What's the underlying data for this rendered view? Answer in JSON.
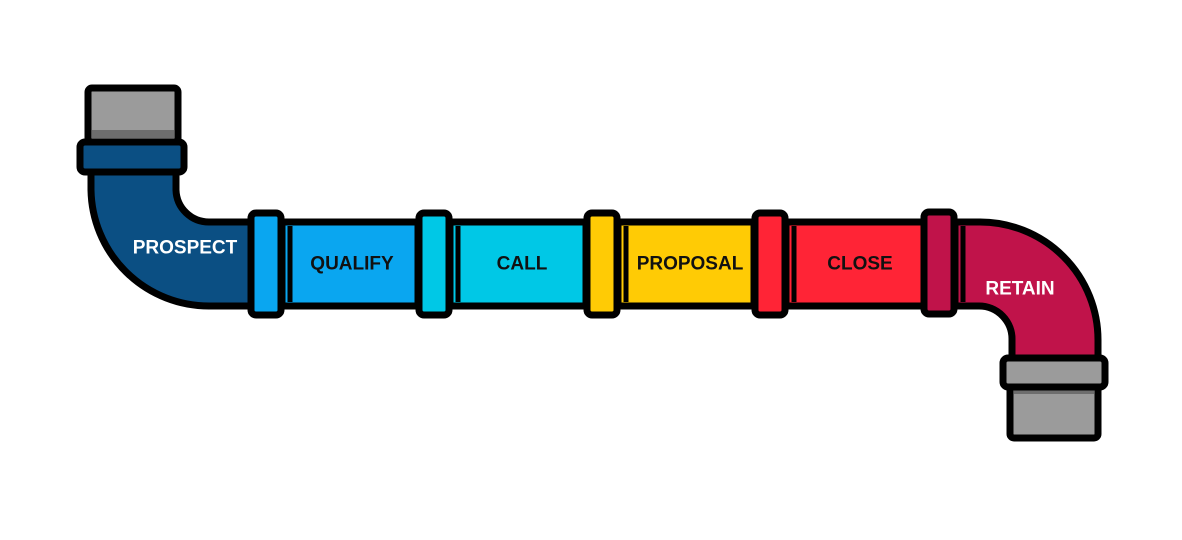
{
  "diagram": {
    "type": "sales-pipeline",
    "stages": [
      {
        "id": "prospect",
        "label": "PROSPECT",
        "color": "#0B4F83",
        "text_color": "#FFFFFF"
      },
      {
        "id": "qualify",
        "label": "QUALIFY",
        "color": "#0AA6F0",
        "text_color": "#111111"
      },
      {
        "id": "call",
        "label": "CALL",
        "color": "#00C8E6",
        "text_color": "#111111"
      },
      {
        "id": "proposal",
        "label": "PROPOSAL",
        "color": "#FFCB05",
        "text_color": "#111111"
      },
      {
        "id": "close",
        "label": "CLOSE",
        "color": "#FF2436",
        "text_color": "#111111"
      },
      {
        "id": "retain",
        "label": "RETAIN",
        "color": "#C0134A",
        "text_color": "#FFFFFF"
      }
    ],
    "colors": {
      "outline": "#000000",
      "cap": "#9B9B9B",
      "background": "#FFFFFF"
    }
  }
}
